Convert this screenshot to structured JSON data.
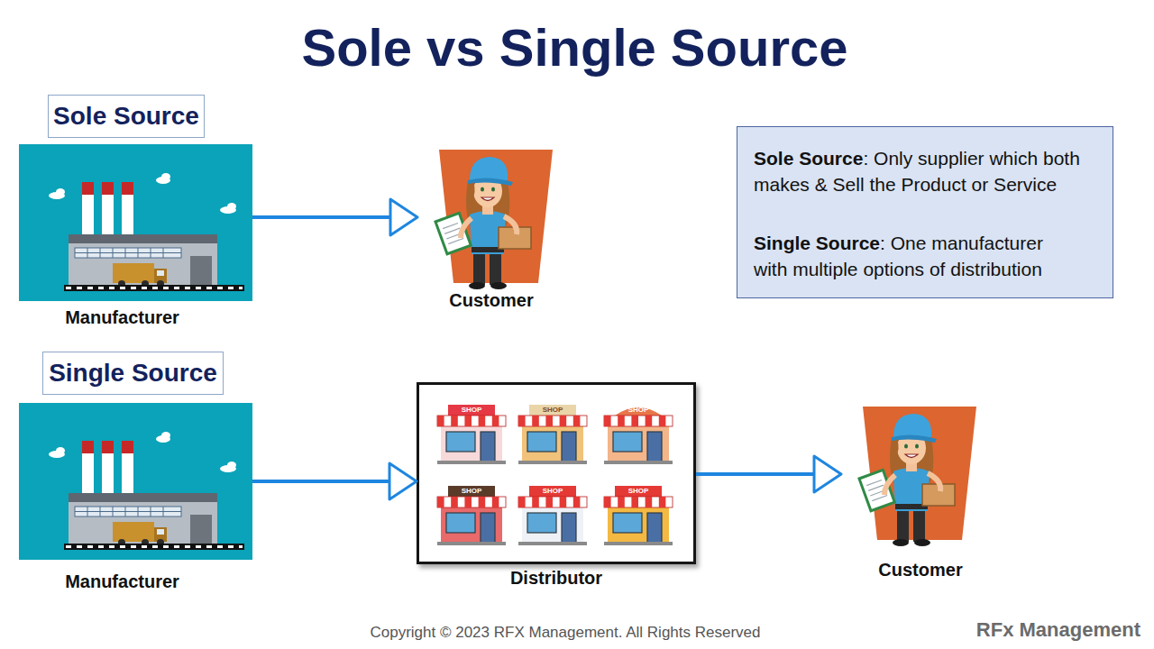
{
  "diagram": {
    "title": "Sole vs Single Source",
    "nodes": [
      {
        "text": [
          "Sole Source"
        ]
      },
      {
        "text": [
          "Manufacturer"
        ]
      },
      {
        "text": [
          "Customer"
        ]
      },
      {
        "text": [
          "Sole Source",
          ": Only supplier which both makes & Sell the Product or Service",
          "Single Source",
          ": One manufacturer with multiple options of distribution"
        ]
      },
      {
        "text": [
          "Single Source"
        ]
      },
      {
        "text": [
          "Manufacturer"
        ]
      },
      {
        "text": [
          "Distributor"
        ]
      },
      {
        "text": [
          "SHOP"
        ],
        "in": 6
      },
      {
        "text": [
          "SHOP"
        ],
        "in": 6
      },
      {
        "text": [
          "SHOP"
        ],
        "in": 6
      },
      {
        "text": [
          "SHOP"
        ],
        "in": 6
      },
      {
        "text": [
          "SHOP"
        ],
        "in": 6
      },
      {
        "text": [
          "SHOP"
        ],
        "in": 6
      },
      {
        "text": [
          "Customer"
        ]
      }
    ],
    "edges": [
      {
        "from": 1,
        "to": 2,
        "arrow": "to"
      },
      {
        "from": 5,
        "to": 6,
        "arrow": "to"
      },
      {
        "from": 6,
        "to": 13,
        "arrow": "to"
      }
    ],
    "labels": [
      "Copyright © 2023 RFX Management. All Rights Reserved",
      "RFx Management"
    ]
  }
}
